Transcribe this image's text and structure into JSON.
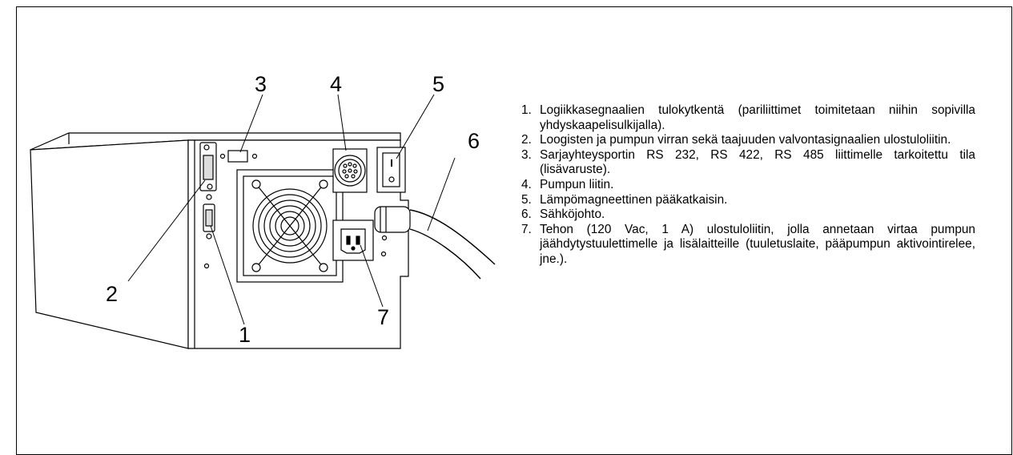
{
  "figure": {
    "callouts": [
      "1",
      "2",
      "3",
      "4",
      "5",
      "6",
      "7"
    ]
  },
  "legend": {
    "items": [
      {
        "number": "1.",
        "text": "Logiikkasegnaalien tulokytkentä (pariliittimet toimitetaan niihin sopivilla yhdyskaapelisulkijalla)."
      },
      {
        "number": "2.",
        "text": "Loogisten ja pumpun virran sekä taajuuden valvontasignaalien ulostuloliitin."
      },
      {
        "number": "3.",
        "text": "Sarjayhteysportin RS 232, RS 422, RS 485 liittimelle tarkoitettu tila (lisävaruste)."
      },
      {
        "number": "4.",
        "text": "Pumpun liitin."
      },
      {
        "number": "5.",
        "text": "Lämpömagneettinen pääkatkaisin."
      },
      {
        "number": "6.",
        "text": "Sähköjohto."
      },
      {
        "number": "7.",
        "text": "Tehon (120 Vac, 1 A) ulostuloliitin, jolla annetaan virtaa pumpun jäähdytystuulettimelle ja lisälaitteille (tuuletuslaite, pääpumpun aktivointirelee, jne.)."
      }
    ]
  }
}
